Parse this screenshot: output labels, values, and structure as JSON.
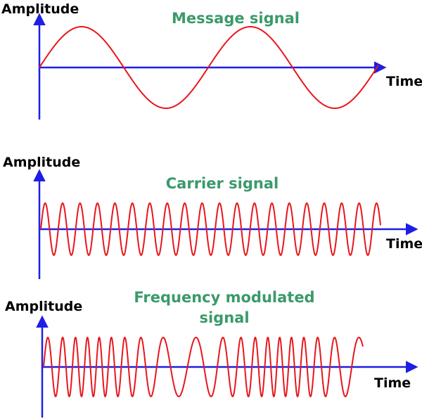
{
  "colors": {
    "title": "#3a9a6a",
    "signal": "#e8161c",
    "axis": "#1e1ee6",
    "axis_label": "#000000"
  },
  "panels": [
    {
      "name": "message",
      "title_lines": [
        "Message signal"
      ],
      "y_axis_label": "Amplitude",
      "x_axis_label": "Time"
    },
    {
      "name": "carrier",
      "title_lines": [
        "Carrier signal"
      ],
      "y_axis_label": "Amplitude",
      "x_axis_label": "Time"
    },
    {
      "name": "fm",
      "title_lines": [
        "Frequency modulated",
        "signal"
      ],
      "y_axis_label": "Amplitude",
      "x_axis_label": "Time"
    }
  ]
}
